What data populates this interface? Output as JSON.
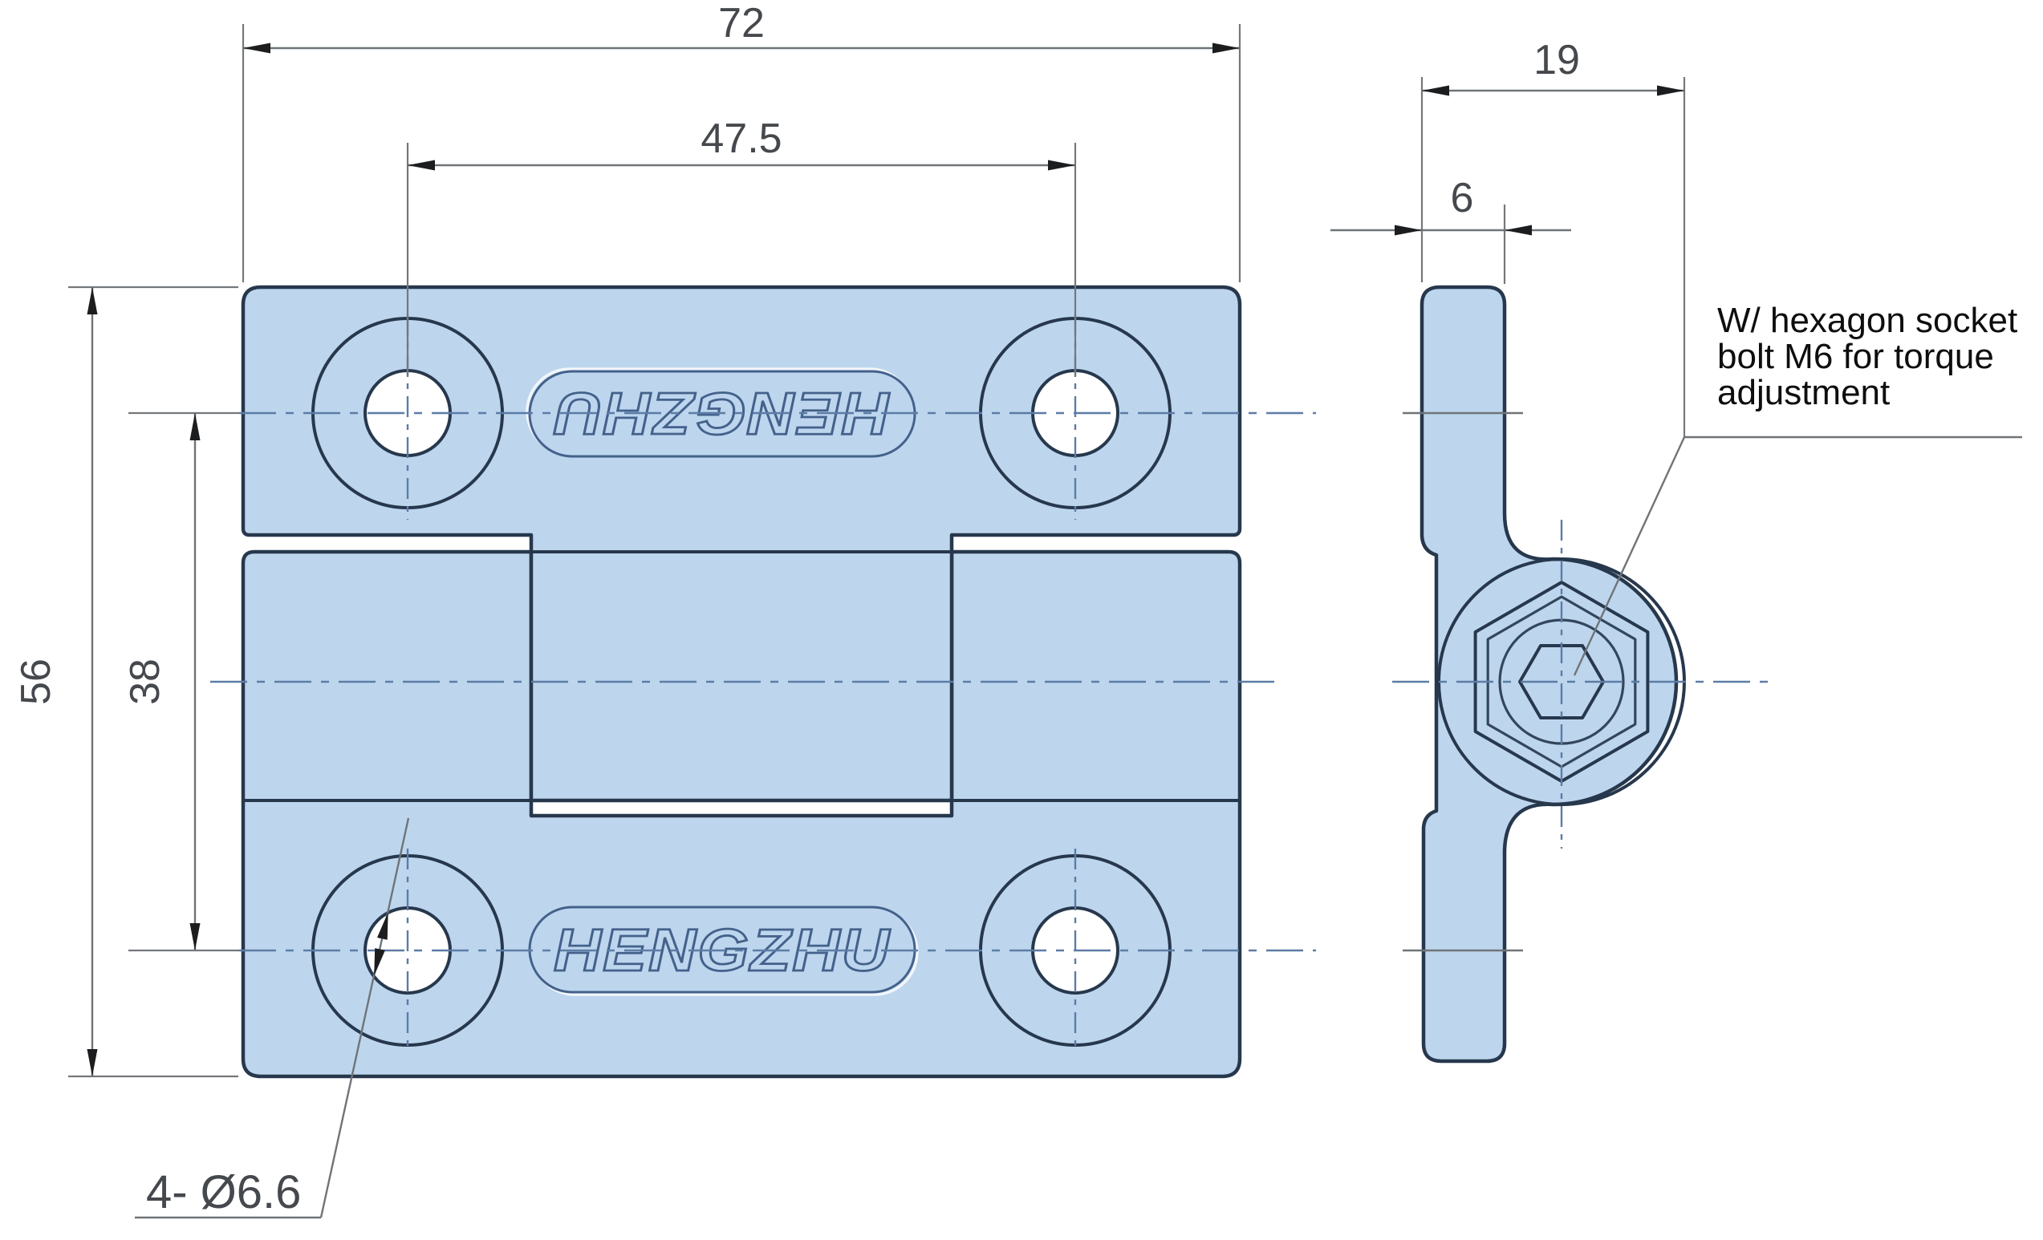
{
  "brand_logo": "HENGZHU",
  "dimensions": {
    "overall_width": "72",
    "hole_spacing_horizontal": "47.5",
    "overall_height": "56",
    "hole_spacing_vertical": "38",
    "side_view_width": "19",
    "leaf_thickness": "6",
    "hole_callout": "4- Ø6.6"
  },
  "annotation": {
    "lines": [
      "W/ hexagon socket",
      "bolt M6 for torque",
      "adjustment"
    ]
  },
  "colors": {
    "part_fill": "#bdd6ee",
    "part_outline": "#27384d",
    "logo_stroke": "#44618b",
    "dimension_line": "#6f7478",
    "dimension_text": "#45484c",
    "centerline": "#5d7ca6",
    "annotation_text": "#0e0e0e",
    "background": "#ffffff"
  }
}
